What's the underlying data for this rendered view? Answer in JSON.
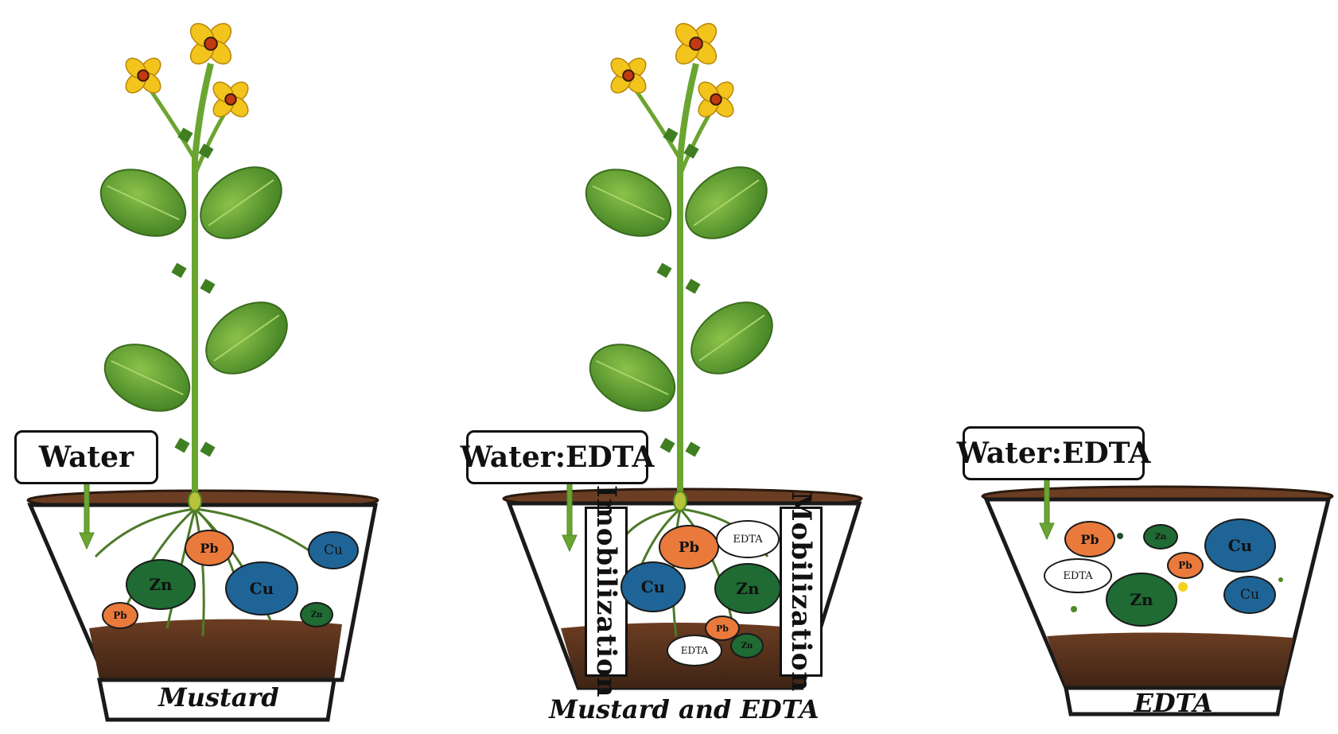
{
  "colors": {
    "pb": "#ea7a3c",
    "zn": "#1f6b33",
    "cu": "#1f6496",
    "edta": "#ffffff",
    "soil": "#5e3520",
    "leaf": "#5e9e2c",
    "stem": "#6aa531",
    "petal": "#f2c41c",
    "arrow": "#6aa531"
  },
  "panels": {
    "left": {
      "input_label": "Water",
      "caption": "Mustard",
      "ions": {
        "pb_big": "Pb",
        "zn_big": "Zn",
        "cu_big": "Cu",
        "cu_right": "Cu",
        "pb_small": "Pb",
        "zn_small": "Zn"
      }
    },
    "middle": {
      "input_label": "Water:EDTA",
      "caption": "Mustard and EDTA",
      "left_side_label": "Imobilization",
      "right_side_label": "Mobilization",
      "ions": {
        "pb_big": "Pb",
        "edta_top": "EDTA",
        "cu_big": "Cu",
        "zn_big": "Zn",
        "pb_small": "Pb",
        "edta_bottom": "EDTA",
        "zn_small": "Zn"
      }
    },
    "right": {
      "input_label": "Water:EDTA",
      "caption": "EDTA",
      "ions": {
        "pb_top": "Pb",
        "zn_tiny": "Zn",
        "cu_big": "Cu",
        "edta": "EDTA",
        "pb_small": "Pb",
        "zn_big": "Zn",
        "cu_small": "Cu"
      }
    }
  }
}
